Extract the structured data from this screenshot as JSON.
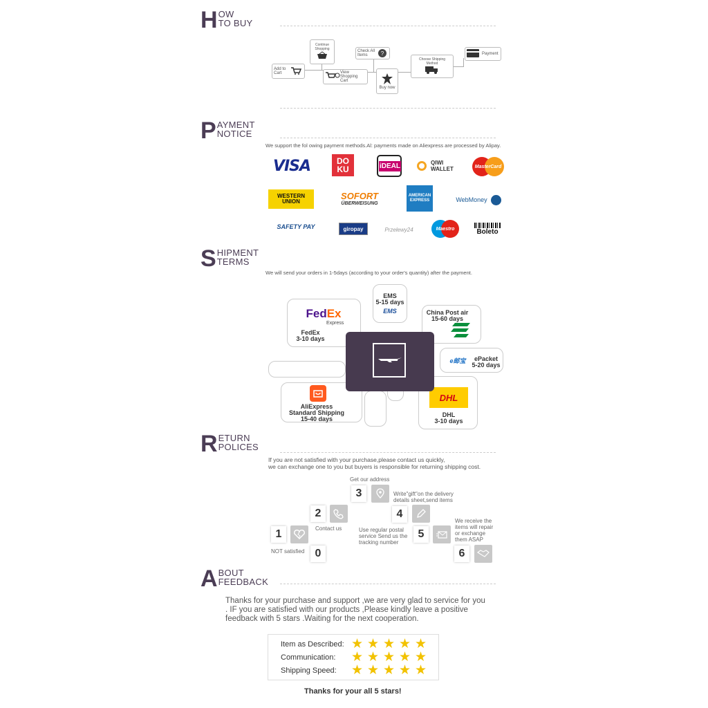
{
  "how_to_buy": {
    "heading_letter": "H",
    "heading_line1": "OW",
    "heading_line2": "TO BUY",
    "steps": {
      "add_to_cart": "Add to Cart",
      "continue_shopping": "Continue Shopping",
      "view_cart": "View Shopping Cart",
      "check_all_items": "Check All Items",
      "buy_now": "Buy now",
      "choose_shipping": "Choose Shipping Method",
      "payment": "Payment"
    }
  },
  "payment_notice": {
    "heading_letter": "P",
    "heading_line1": "AYMENT",
    "heading_line2": "NOTICE",
    "intro": "We support the fol owing payment methods.Al: payments made on Aliexpress are processed by Alipay.",
    "logos": {
      "visa": "VISA",
      "doku_1": "DO",
      "doku_2": "KU",
      "ideal": "iDEAL",
      "qiwi_1": "QIWI",
      "qiwi_2": "WALLET",
      "mastercard": "MasterCard",
      "western_union_1": "WESTERN",
      "western_union_2": "UNION",
      "sofort_1": "SOFORT",
      "sofort_2": "ÜBERWEISUNG",
      "amex_1": "AMERICAN",
      "amex_2": "EXPRESS",
      "webmoney": "WebMoney",
      "safetypay": "SAFETY PAY",
      "giropay": "giropay",
      "przelewy": "Przelewy24",
      "maestro": "Maestro",
      "boleto": "Boleto"
    }
  },
  "shipment_terms": {
    "heading_letter": "S",
    "heading_line1": "HIPMENT",
    "heading_line2": "TERMS",
    "intro": "We will send your orders in 1-5days (according to your order's quantity) after the payment.",
    "fedex_logo_1": "Fed",
    "fedex_logo_2": "Ex",
    "fedex_logo_3": "Express",
    "fedex_1": "FedEx",
    "fedex_2": "3-10 days",
    "ems_1": "EMS",
    "ems_2": "5-15 days",
    "ems_logo": "EMS",
    "china_post_1": "China Post air",
    "china_post_2": "15-60 days",
    "epacket_logo": "e邮宝",
    "epacket_1": "ePacket",
    "epacket_2": "5-20 days",
    "aliexpress_1": "AliExpress",
    "aliexpress_2": "Standard Shipping",
    "aliexpress_3": "15-40 days",
    "dhl_logo": "DHL",
    "dhl_1": "DHL",
    "dhl_2": "3-10 days"
  },
  "return_policies": {
    "heading_letter": "R",
    "heading_line1": "ETURN",
    "heading_line2": "POLICES",
    "intro_1": "If you are not satisfied with your purchase,please contact us quickly,",
    "intro_2": "we can exchange one to you but buyers is responsible for returning shipping cost.",
    "steps": {
      "n0": "0",
      "n1": "1",
      "n2": "2",
      "n3": "3",
      "n4": "4",
      "n5": "5",
      "n6": "6",
      "t1": "NOT satisfied",
      "t2": "Contact us",
      "t3_top": "Get our address",
      "t3_1": "Write\"gift\"on the delivery",
      "t3_2": "details sheet,send items",
      "t5_1": "Use regular postal",
      "t5_2": "service Send us the",
      "t5_3": "tracking number",
      "t6_1": "We receive the",
      "t6_2": "items will repair",
      "t6_3": "or exchange",
      "t6_4": "them ASAP"
    }
  },
  "about_feedback": {
    "heading_letter": "A",
    "heading_line1": "BOUT",
    "heading_line2": "FEEDBACK",
    "text": "Thanks for your purchase and support ,we are very glad to service for you . IF you are satisfied with our products ,Please kindly leave a positive feedback with 5 stars .Waiting for the next cooperation.",
    "ratings": [
      {
        "label": "Item as Described:",
        "stars": 5
      },
      {
        "label": "Communication:",
        "stars": 5
      },
      {
        "label": "Shipping Speed:",
        "stars": 5
      }
    ],
    "thanks": "Thanks for your all 5 stars!"
  },
  "colors": {
    "heading": "#4b3d55",
    "plane_box": "#473a4f",
    "star": "#f2c200"
  }
}
